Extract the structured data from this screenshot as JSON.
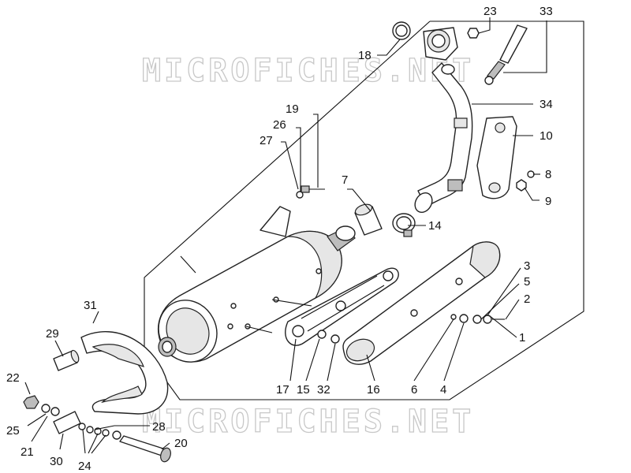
{
  "watermark": {
    "text": "MICROFICHES.NET"
  },
  "callouts": [
    {
      "id": "c23",
      "label": "23"
    },
    {
      "id": "c33",
      "label": "33"
    },
    {
      "id": "c18",
      "label": "18"
    },
    {
      "id": "c34",
      "label": "34"
    },
    {
      "id": "c19",
      "label": "19"
    },
    {
      "id": "c26",
      "label": "26"
    },
    {
      "id": "c27",
      "label": "27"
    },
    {
      "id": "c10",
      "label": "10"
    },
    {
      "id": "c8",
      "label": "8"
    },
    {
      "id": "c9",
      "label": "9"
    },
    {
      "id": "c7",
      "label": "7"
    },
    {
      "id": "c14",
      "label": "14"
    },
    {
      "id": "c3",
      "label": "3"
    },
    {
      "id": "c5",
      "label": "5"
    },
    {
      "id": "c2",
      "label": "2"
    },
    {
      "id": "c1",
      "label": "1"
    },
    {
      "id": "c31",
      "label": "31"
    },
    {
      "id": "c29",
      "label": "29"
    },
    {
      "id": "c22",
      "label": "22"
    },
    {
      "id": "c17",
      "label": "17"
    },
    {
      "id": "c15",
      "label": "15"
    },
    {
      "id": "c32",
      "label": "32"
    },
    {
      "id": "c16",
      "label": "16"
    },
    {
      "id": "c6",
      "label": "6"
    },
    {
      "id": "c4",
      "label": "4"
    },
    {
      "id": "c25",
      "label": "25"
    },
    {
      "id": "c28",
      "label": "28"
    },
    {
      "id": "c20",
      "label": "20"
    },
    {
      "id": "c21",
      "label": "21"
    },
    {
      "id": "c30",
      "label": "30"
    },
    {
      "id": "c24",
      "label": "24"
    }
  ]
}
